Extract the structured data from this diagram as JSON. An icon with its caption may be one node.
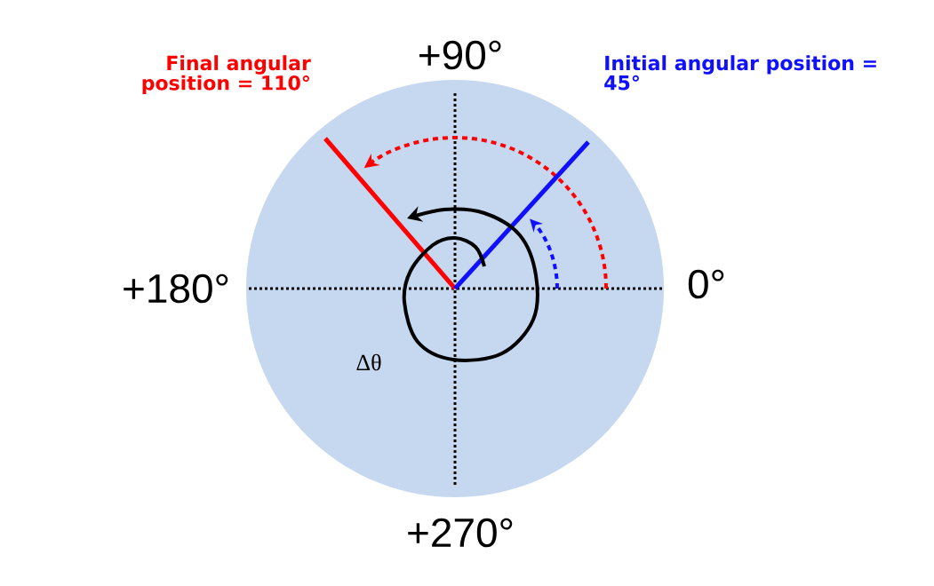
{
  "diagram": {
    "labels": [
      "Final angular position = 110°",
      "+90°",
      "Initial angular position = 45°",
      "+180°",
      "0°",
      "Δθ",
      "+270°"
    ]
  }
}
